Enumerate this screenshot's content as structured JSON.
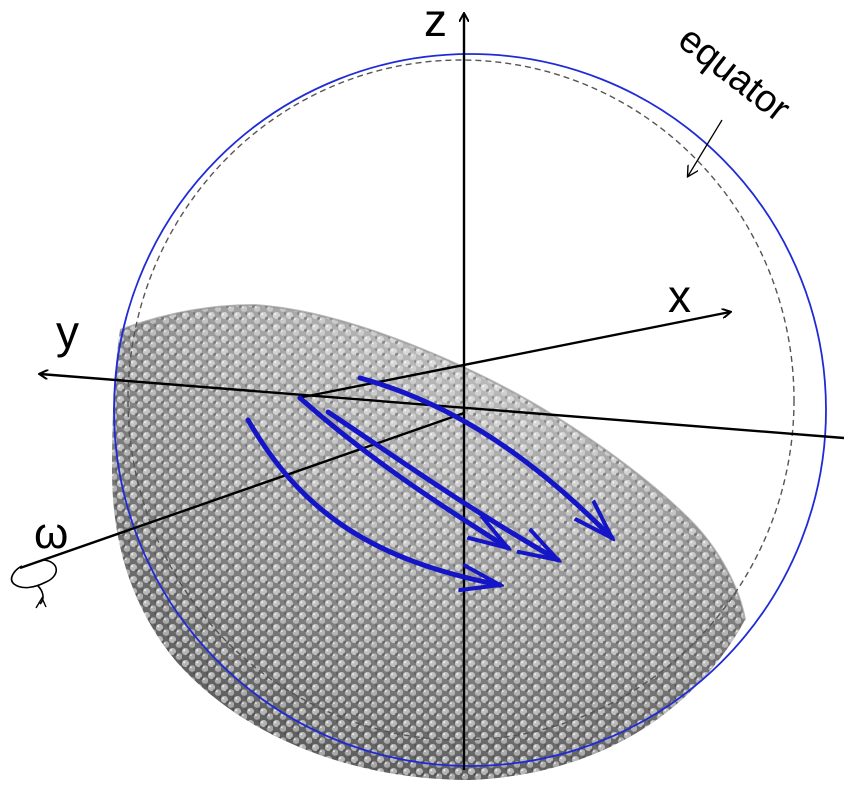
{
  "labels": {
    "z_axis": "z",
    "x_axis": "x",
    "y_axis": "y",
    "omega": "ω",
    "equator": "equator"
  },
  "colors": {
    "sphere_outline": "#1f2bd6",
    "flow_arrows": "#1515c8",
    "axes": "#000000",
    "equator_line": "#555555",
    "granular_light": "#d9d9d9",
    "granular_dark": "#3a3a3a"
  },
  "flow_arrows_count": 4
}
